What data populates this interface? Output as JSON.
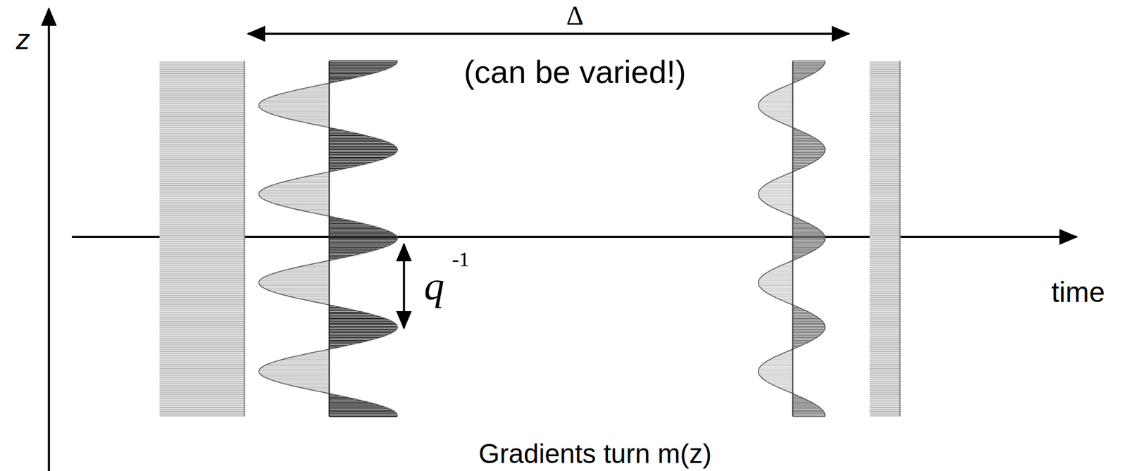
{
  "diagram": {
    "labels": [
      "z",
      "Δ",
      "(can be varied!)",
      "q",
      "-1",
      "time",
      "Gradients turn m(z)"
    ]
  }
}
